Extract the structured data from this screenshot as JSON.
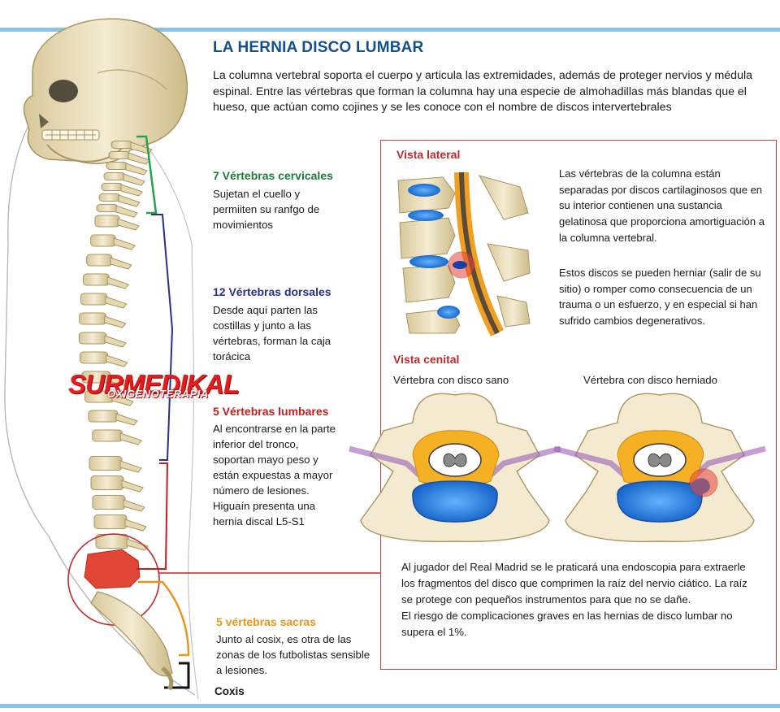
{
  "title": "LA HERNIA DISCO LUMBAR",
  "intro": "La columna vertebral soporta el cuerpo  y articula las extremidades, además de proteger nervios y médula espinal. Entre las vértebras que forman la columna hay una especie de almohadillas más blandas que el hueso, que actúan como cojines y se les conoce con el nombre de discos intervertebrales",
  "sections": {
    "cervical": {
      "title": "7 Vértebras cervicales",
      "text": "Sujetan el cuello y permiiten su ranfgo de movimientos",
      "color": "#1d7a3a"
    },
    "dorsal": {
      "title": "12 Vértebras dorsales",
      "text": "Desde aquí parten las costillas y junto a las vértebras, forman la caja torácica",
      "color": "#2b2f86"
    },
    "lumbar": {
      "title": "5 Vértebras lumbares",
      "text": "Al encontrarse en la parte inferior del tronco, soportan mayo peso y están expuestas a mayor número de lesiones. Higuaín presenta una hernia discal L5-S1",
      "color": "#c41e1e"
    },
    "sacral": {
      "title": "5 vértebras sacras",
      "text": "Junto al cosix, es otra de las zonas de los futbolistas sensible a lesiones.",
      "color": "#e8951b"
    },
    "coccyx": {
      "title": "Coxis"
    }
  },
  "watermark": {
    "brand": "SURMEDIKAL",
    "sub": "OXIGENOTERAPIA"
  },
  "panel": {
    "lateral_label": "Vista lateral",
    "lateral_text_1": "Las vértebras de la columna están separadas por discos cartilaginosos que en su interior contienen una sustancia gelatinosa que proporciona amortiguación a la columna vertebral.",
    "lateral_text_2": "Estos discos se pueden herniar (salir de su sitio) o romper como consecuencia de un trauma o un esfuerzo, y en especial si han sufrido cambios degenerativos.",
    "cenital_label": "Vista cenital",
    "healthy_caption": "Vértebra con disco sano",
    "herniated_caption": "Vértebra con disco herniado",
    "bottom_text_1": "Al jugador del Real Madrid se le praticará una endoscopia para  extraerle los fragmentos del disco que comprimen la raíz del nervio ciático. La raíz se protege con pequeños instrumentos para que no se dañe.",
    "bottom_text_2": "El riesgo de complicaciones graves en las hernias de disco lumbar no supera el 1%."
  },
  "colors": {
    "title": "#14508c",
    "accent_bar": "#8ec1e0",
    "bone": "#efe4c3",
    "disc_blue": "#1f6fd1",
    "nerve_orange": "#f0a020",
    "box_border": "#c94040",
    "herniation": "#e8443a"
  }
}
